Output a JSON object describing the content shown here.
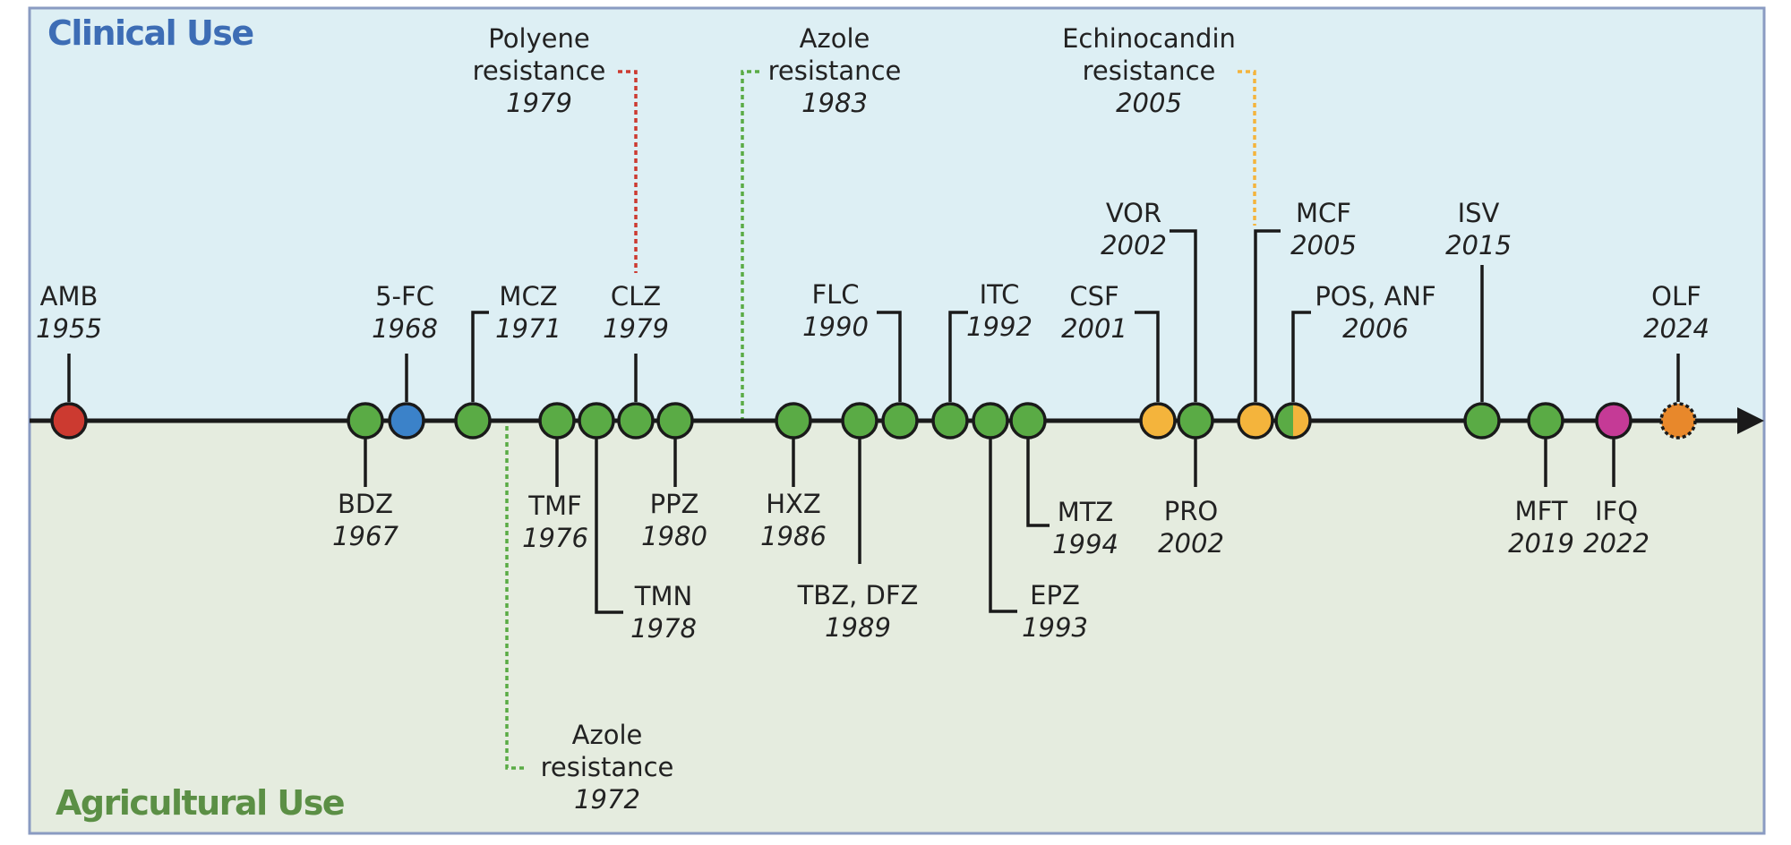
{
  "panels": {
    "clinical": {
      "title": "Clinical Use",
      "color": "#3d6db5",
      "background": "#ddeff4"
    },
    "agricultural": {
      "title": "Agricultural Use",
      "color": "#5b8f45",
      "background": "#e5ecdf"
    }
  },
  "colors": {
    "green": "#5aab45",
    "red": "#cc3a30",
    "blue": "#3b82c9",
    "orange": "#f4b43c",
    "magenta": "#c53a96",
    "dark_orange": "#e8882b",
    "line": "#1a1a1a",
    "frame": "#8a9bc2"
  },
  "events": [
    {
      "id": "amb",
      "abbr": "AMB",
      "year": "1955",
      "side": "clinical",
      "color": "red"
    },
    {
      "id": "bdz",
      "abbr": "BDZ",
      "year": "1967",
      "side": "agricultural",
      "color": "green"
    },
    {
      "id": "5fc",
      "abbr": "5-FC",
      "year": "1968",
      "side": "clinical",
      "color": "blue"
    },
    {
      "id": "mcz",
      "abbr": "MCZ",
      "year": "1971",
      "side": "clinical",
      "color": "green"
    },
    {
      "id": "tmf",
      "abbr": "TMF",
      "year": "1976",
      "side": "agricultural",
      "color": "green"
    },
    {
      "id": "tmn",
      "abbr": "TMN",
      "year": "1978",
      "side": "agricultural",
      "color": "green"
    },
    {
      "id": "clz",
      "abbr": "CLZ",
      "year": "1979",
      "side": "clinical",
      "color": "green"
    },
    {
      "id": "ppz",
      "abbr": "PPZ",
      "year": "1980",
      "side": "agricultural",
      "color": "green"
    },
    {
      "id": "hxz",
      "abbr": "HXZ",
      "year": "1986",
      "side": "agricultural",
      "color": "green"
    },
    {
      "id": "tbz-dfz",
      "abbr": "TBZ, DFZ",
      "year": "1989",
      "side": "agricultural",
      "color": "green"
    },
    {
      "id": "flc",
      "abbr": "FLC",
      "year": "1990",
      "side": "clinical",
      "color": "green"
    },
    {
      "id": "itc",
      "abbr": "ITC",
      "year": "1992",
      "side": "clinical",
      "color": "green"
    },
    {
      "id": "epz",
      "abbr": "EPZ",
      "year": "1993",
      "side": "agricultural",
      "color": "green"
    },
    {
      "id": "mtz",
      "abbr": "MTZ",
      "year": "1994",
      "side": "agricultural",
      "color": "green"
    },
    {
      "id": "csf",
      "abbr": "CSF",
      "year": "2001",
      "side": "clinical",
      "color": "orange"
    },
    {
      "id": "vor",
      "abbr": "VOR",
      "year": "2002",
      "side": "clinical",
      "color": "green"
    },
    {
      "id": "pro",
      "abbr": "PRO",
      "year": "2002",
      "side": "agricultural",
      "color": "green"
    },
    {
      "id": "mcf",
      "abbr": "MCF",
      "year": "2005",
      "side": "clinical",
      "color": "orange"
    },
    {
      "id": "pos-anf",
      "abbr": "POS, ANF",
      "year": "2006",
      "side": "clinical",
      "color": "green+orange"
    },
    {
      "id": "isv",
      "abbr": "ISV",
      "year": "2015",
      "side": "clinical",
      "color": "green"
    },
    {
      "id": "mft",
      "abbr": "MFT",
      "year": "2019",
      "side": "agricultural",
      "color": "green"
    },
    {
      "id": "ifq",
      "abbr": "IFQ",
      "year": "2022",
      "side": "agricultural",
      "color": "magenta"
    },
    {
      "id": "olf",
      "abbr": "OLF",
      "year": "2024",
      "side": "clinical",
      "color": "dark_orange",
      "style": "dashed-outline"
    }
  ],
  "resistance": [
    {
      "id": "polyene",
      "lines": [
        "Polyene",
        "resistance"
      ],
      "year": "1979",
      "side": "clinical",
      "color": "red"
    },
    {
      "id": "azole-clinical",
      "lines": [
        "Azole",
        "resistance"
      ],
      "year": "1983",
      "side": "clinical",
      "color": "green"
    },
    {
      "id": "echinocandin",
      "lines": [
        "Echinocandin",
        "resistance"
      ],
      "year": "2005",
      "side": "clinical",
      "color": "orange"
    },
    {
      "id": "azole-agri",
      "lines": [
        "Azole",
        "resistance"
      ],
      "year": "1972",
      "side": "agricultural",
      "color": "green"
    }
  ]
}
